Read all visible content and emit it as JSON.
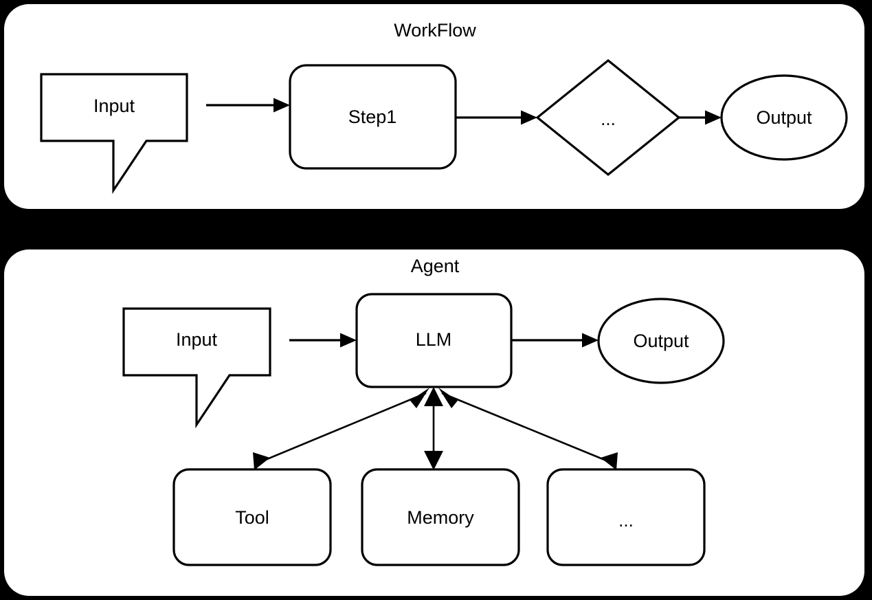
{
  "page": {
    "background_color": "#000000",
    "panel_color": "#ffffff",
    "stroke_color": "#000000"
  },
  "panels": [
    {
      "id": "workflow",
      "title": "WorkFlow",
      "nodes": [
        {
          "id": "wf-input",
          "label": "Input",
          "shape": "callout"
        },
        {
          "id": "wf-step1",
          "label": "Step1",
          "shape": "rounded-rect"
        },
        {
          "id": "wf-ellipsis",
          "label": "...",
          "shape": "diamond"
        },
        {
          "id": "wf-output",
          "label": "Output",
          "shape": "ellipse"
        }
      ],
      "edges": [
        {
          "from": "wf-input",
          "to": "wf-step1",
          "direction": "one-way"
        },
        {
          "from": "wf-step1",
          "to": "wf-ellipsis",
          "direction": "one-way"
        },
        {
          "from": "wf-ellipsis",
          "to": "wf-output",
          "direction": "one-way"
        }
      ]
    },
    {
      "id": "agent",
      "title": "Agent",
      "nodes": [
        {
          "id": "ag-input",
          "label": "Input",
          "shape": "callout"
        },
        {
          "id": "ag-llm",
          "label": "LLM",
          "shape": "rounded-rect"
        },
        {
          "id": "ag-output",
          "label": "Output",
          "shape": "ellipse"
        },
        {
          "id": "ag-tool",
          "label": "Tool",
          "shape": "rounded-rect"
        },
        {
          "id": "ag-memory",
          "label": "Memory",
          "shape": "rounded-rect"
        },
        {
          "id": "ag-ellipsis",
          "label": "...",
          "shape": "rounded-rect"
        }
      ],
      "edges": [
        {
          "from": "ag-input",
          "to": "ag-llm",
          "direction": "one-way"
        },
        {
          "from": "ag-llm",
          "to": "ag-output",
          "direction": "one-way"
        },
        {
          "from": "ag-llm",
          "to": "ag-tool",
          "direction": "two-way"
        },
        {
          "from": "ag-llm",
          "to": "ag-memory",
          "direction": "two-way"
        },
        {
          "from": "ag-llm",
          "to": "ag-ellipsis",
          "direction": "two-way"
        }
      ]
    }
  ]
}
